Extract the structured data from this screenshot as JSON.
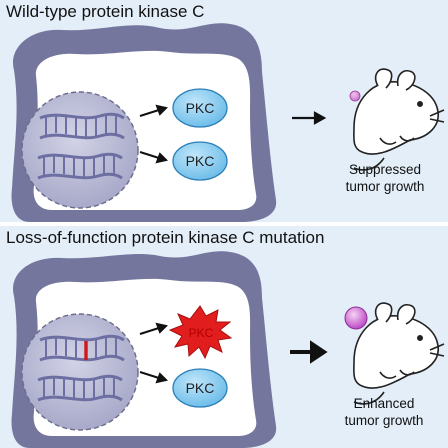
{
  "panels": [
    {
      "title": "Wild-type protein kinase C",
      "protein_labels": [
        "PKC",
        "PKC"
      ],
      "outcome_lines": [
        "Suppressed",
        "tumor growth"
      ]
    },
    {
      "title": "Loss-of-function protein kinase C mutation",
      "protein_labels": [
        "PKC",
        "PKC"
      ],
      "outcome_lines": [
        "Enhanced",
        "tumor growth"
      ]
    }
  ],
  "colors": {
    "panel_background": "#e3eef8",
    "cell_membrane": "#75769e",
    "cytoplasm": "#ffffff",
    "nucleus": "#b6b7d2",
    "dna": "#6d6fa3",
    "protein_fill": "#7cc6ee",
    "protein_stroke": "#2c7fb8",
    "mutant_protein": "#e21d1d",
    "mutation_mark": "#d01818",
    "tumor_top": "#d99cd4",
    "tumor_bottom": "#b83fc4"
  },
  "icons": [
    "dna-double-helix",
    "mouse",
    "tumor",
    "arrow-right",
    "mutant-protein-starburst"
  ]
}
